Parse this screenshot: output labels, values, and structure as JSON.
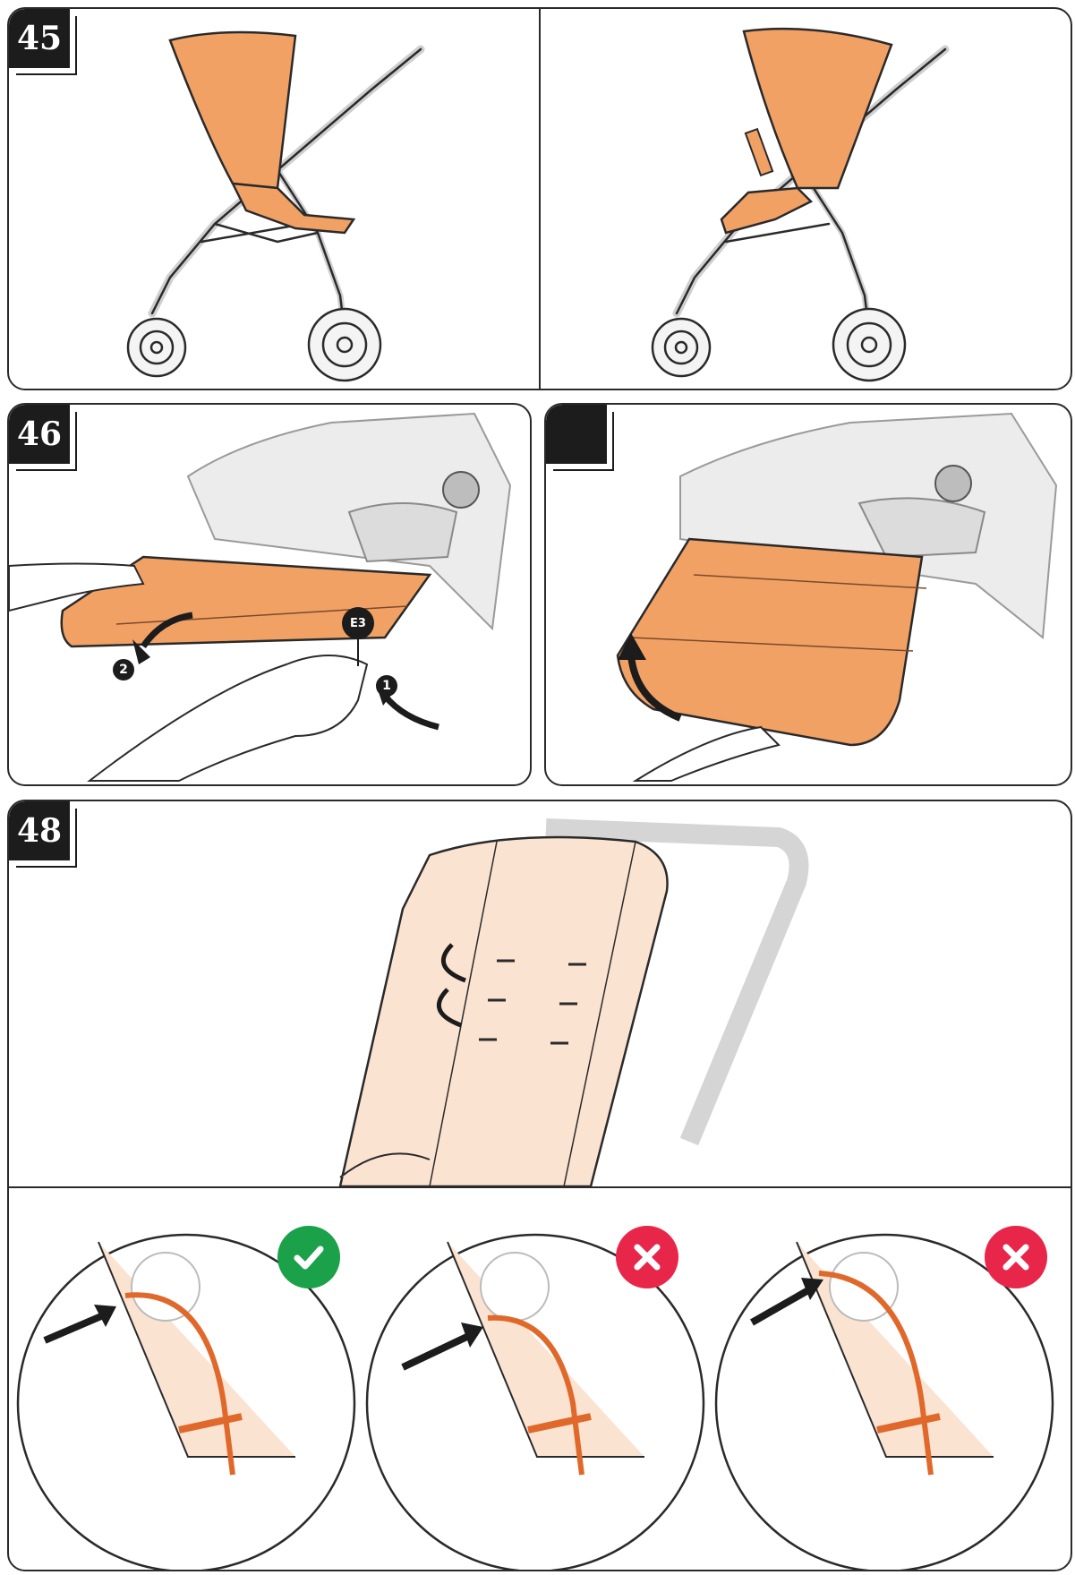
{
  "steps": {
    "s45": "45",
    "s46": "46",
    "s47": "",
    "s48": "48"
  },
  "callouts": {
    "e3": "E3",
    "n1": "1",
    "n2": "2"
  },
  "icons": {
    "check": "check-icon",
    "cross": "cross-icon"
  },
  "colors": {
    "accent_orange": "#f2a165",
    "belt_orange": "#e0682a",
    "seat_light": "#fbe3d2",
    "ok_green": "#1aa14a",
    "bad_red": "#e8264a",
    "outline": "#2a2a2a"
  }
}
